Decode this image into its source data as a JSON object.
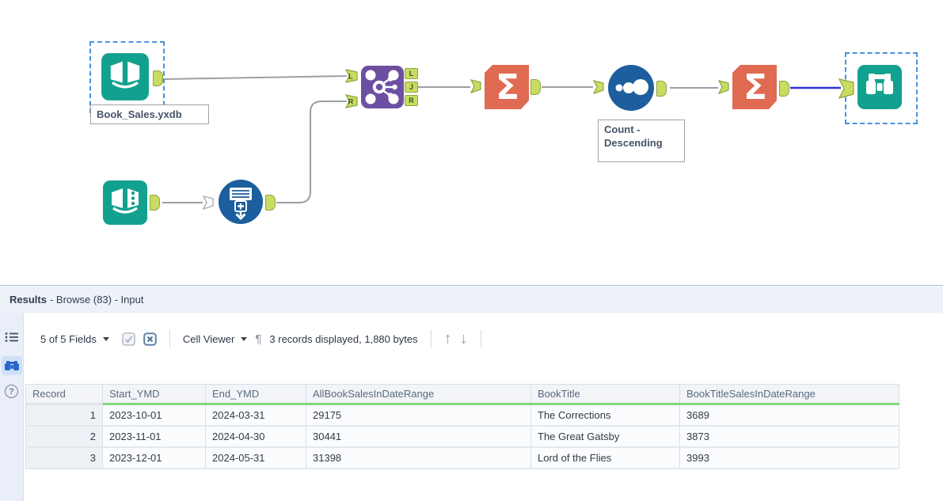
{
  "workflow": {
    "tools": {
      "input_book_sales": {
        "label": "Book_Sales.yxdb",
        "type": "input-data"
      },
      "text_input": {
        "type": "text-input"
      },
      "generate_rows": {
        "type": "generate-rows"
      },
      "join": {
        "type": "join"
      },
      "summarize_1": {
        "type": "summarize",
        "glyph": "Σ"
      },
      "sort": {
        "label": "Count - Descending",
        "type": "sort"
      },
      "summarize_2": {
        "type": "summarize",
        "glyph": "Σ"
      },
      "browse": {
        "type": "browse"
      }
    },
    "anchor_labels": {
      "left": "L",
      "join": "J",
      "right": "R"
    }
  },
  "results": {
    "header": {
      "title": "Results",
      "subtitle": "- Browse (83) - Input"
    },
    "toolbar": {
      "fields_dropdown": "5 of 5 Fields",
      "cell_viewer": "Cell Viewer",
      "pilcrow": "¶",
      "records_info": "3 records displayed, 1,880 bytes",
      "up_arrow": "↑",
      "down_arrow": "↓"
    },
    "table": {
      "columns": [
        "Record",
        "Start_YMD",
        "End_YMD",
        "AllBookSalesInDateRange",
        "BookTitle",
        "BookTitleSalesInDateRange"
      ],
      "rows": [
        [
          "1",
          "2023-10-01",
          "2024-03-31",
          "29175",
          "The Corrections",
          "3689"
        ],
        [
          "2",
          "2023-11-01",
          "2024-04-30",
          "30441",
          "The Great Gatsby",
          "3873"
        ],
        [
          "3",
          "2023-12-01",
          "2024-05-31",
          "31398",
          "Lord of the Flies",
          "3993"
        ]
      ]
    }
  },
  "colors": {
    "tool_teal": "#12A18E",
    "tool_purple": "#6D4FA1",
    "tool_orange": "#E06A52",
    "tool_blue": "#1C5E9E",
    "anchor_green": "#C9DB62",
    "selection_blue": "#4A90E2",
    "connection_gray": "#9B9FA5",
    "connection_selected": "#3032D0",
    "header_underline_green": "#7FD87F",
    "panel_header_bg": "#EDF2F9"
  }
}
